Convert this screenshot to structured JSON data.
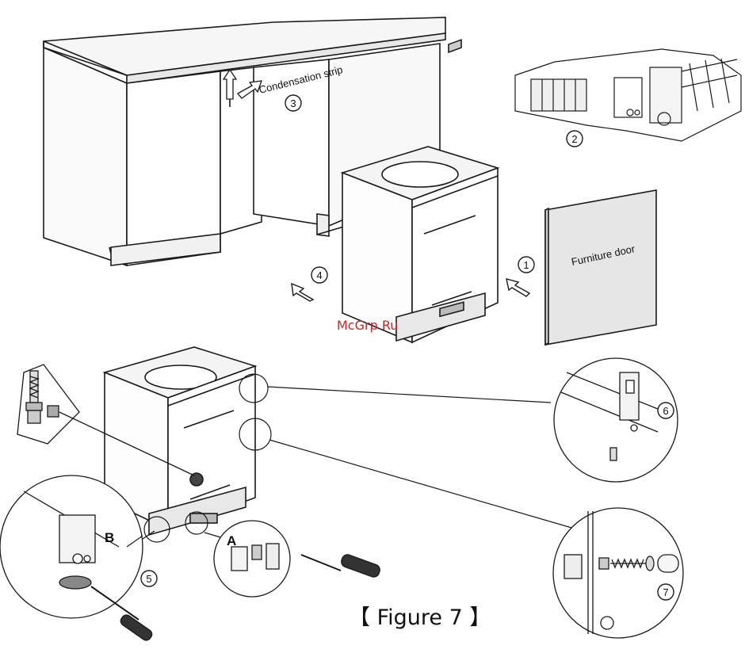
{
  "figure": {
    "caption": "【 Figure 7 】",
    "watermark": "McGrp.Ru"
  },
  "labels": {
    "condensation_strip": "Condensation strip",
    "furniture_door": "Furniture door",
    "marker_A": "A",
    "marker_B": "B"
  },
  "steps": {
    "step1": "1",
    "step2": "2",
    "step3": "3",
    "step4": "4",
    "step5": "5",
    "step6": "6",
    "step7": "7"
  },
  "colors": {
    "line": "#1a1a1a",
    "fill_light": "#f4f4f4",
    "fill_mid": "#dedede",
    "watermark": "#c8262a"
  }
}
